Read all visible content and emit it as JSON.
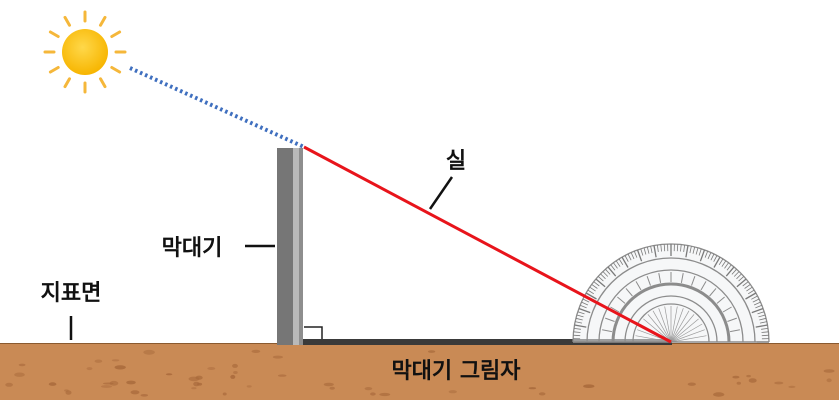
{
  "labels": {
    "string": "실",
    "stick": "막대기",
    "ground_surface": "지표면",
    "stick_shadow": "막대기 그림자"
  },
  "colors": {
    "sun": "#f7b500",
    "sun_rays": "#f5b73a",
    "sunlight_line": "#3f6fbf",
    "string_line": "#e8141b",
    "ground": "#c98a55",
    "ground_specks": "#a8693b",
    "stick_dark": "#767676",
    "stick_light": "#b4b4b4",
    "shadow": "#3a3a3a",
    "label_text": "#111111"
  },
  "icons": {
    "sun": "sun-icon",
    "protractor": "protractor-icon"
  }
}
